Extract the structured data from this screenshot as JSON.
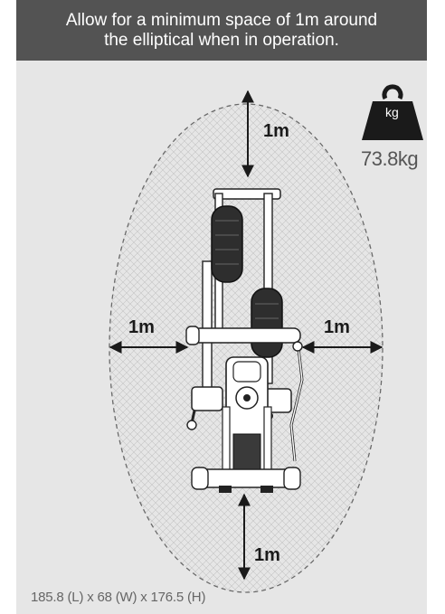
{
  "banner": {
    "line1": "Allow for a minimum space of 1m around",
    "line2": "the elliptical when in operation."
  },
  "clearance": {
    "top": "1m",
    "left": "1m",
    "right": "1m",
    "bottom": "1m"
  },
  "weight": {
    "unit_label": "kg",
    "value": "73.8kg"
  },
  "dimensions": "185.8 (L) x 68 (W) x 176.5 (H)",
  "colors": {
    "banner_bg": "#535353",
    "panel_bg": "#e6e6e6",
    "text_dark": "#1a1a1a"
  }
}
